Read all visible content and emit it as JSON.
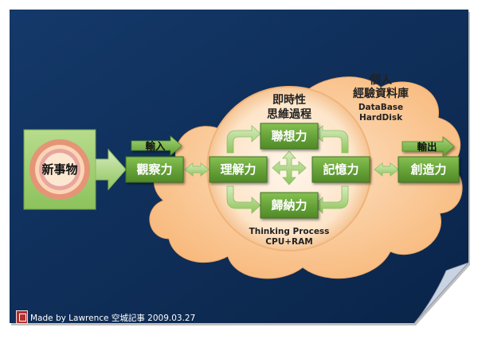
{
  "colors": {
    "background": "#0c2b56",
    "cloud": "#fcc999",
    "box": "#6aa33c",
    "box_text": "#ffffff",
    "thinking_circle": "#fdebd6"
  },
  "nodes": {
    "new_thing": "新事物",
    "observation": "觀察力",
    "understanding": "理解力",
    "association": "聯想力",
    "memory": "記憶力",
    "induction": "歸納力",
    "creativity": "創造力"
  },
  "labels": {
    "input": "輸入",
    "output": "輸出",
    "realtime_line1": "即時性",
    "realtime_line2": "思維過程",
    "experience_line1": "個人",
    "experience_line2": "經驗資料庫",
    "database": "DataBase",
    "harddisk": "HardDisk",
    "thinking_process": "Thinking Process",
    "cpu_ram": "CPU+RAM"
  },
  "footer": {
    "signature": "Made by Lawrence 空城記事 2009.03.27",
    "logo_icon": "stamp-logo-icon"
  }
}
